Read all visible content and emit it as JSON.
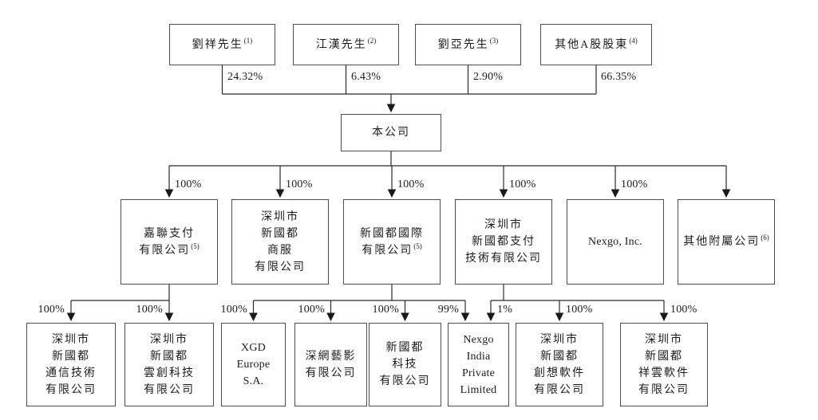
{
  "structure": {
    "shareholders": [
      {
        "lines": [
          "劉祥先生"
        ],
        "note": "(1)",
        "pct": "24.32%"
      },
      {
        "lines": [
          "江漢先生"
        ],
        "note": "(2)",
        "pct": "6.43%"
      },
      {
        "lines": [
          "劉亞先生"
        ],
        "note": "(3)",
        "pct": "2.90%"
      },
      {
        "lines": [
          "其他A股股東"
        ],
        "note": "(4)",
        "pct": "66.35%"
      }
    ],
    "company": {
      "lines": [
        "本公司"
      ]
    },
    "subsidiaries": [
      {
        "lines": [
          "嘉聯支付",
          "有限公司"
        ],
        "note": "(5)",
        "pct": "100%"
      },
      {
        "lines": [
          "深圳市",
          "新國都",
          "商服",
          "有限公司"
        ],
        "pct": "100%"
      },
      {
        "lines": [
          "新國都國際",
          "有限公司"
        ],
        "note": "(5)",
        "pct": "100%"
      },
      {
        "lines": [
          "深圳市",
          "新國都支付",
          "技術有限公司"
        ],
        "pct": "100%"
      },
      {
        "lines": [
          "Nexgo, Inc."
        ],
        "pct": "100%"
      },
      {
        "lines": [
          "其他附屬公司"
        ],
        "note": "(6)"
      }
    ],
    "sub_subsidiaries": [
      {
        "lines": [
          "深圳市",
          "新國都",
          "通信技術",
          "有限公司"
        ],
        "pct": "100%"
      },
      {
        "lines": [
          "深圳市",
          "新國都",
          "雲創科技",
          "有限公司"
        ],
        "pct": "100%"
      },
      {
        "lines": [
          "XGD",
          "Europe",
          "S.A."
        ],
        "pct": "100%"
      },
      {
        "lines": [
          "深網藝影",
          "有限公司"
        ],
        "pct": "100%"
      },
      {
        "lines": [
          "新國都",
          "科技",
          "有限公司"
        ],
        "pct": "100%"
      },
      {
        "lines": [
          "Nexgo",
          "India",
          "Private",
          "Limited"
        ],
        "pct_from_international": "99%",
        "pct_from_payment_tech": "1%"
      },
      {
        "lines": [
          "深圳市",
          "新國都",
          "創想軟件",
          "有限公司"
        ],
        "pct": "100%"
      },
      {
        "lines": [
          "深圳市",
          "新國都",
          "祥雲軟件",
          "有限公司"
        ],
        "pct": "100%"
      }
    ],
    "colors": {
      "line": "#2a2a2a",
      "box_border": "#4d4d4d",
      "text": "#1c1c1c",
      "background": "#ffffff"
    }
  }
}
